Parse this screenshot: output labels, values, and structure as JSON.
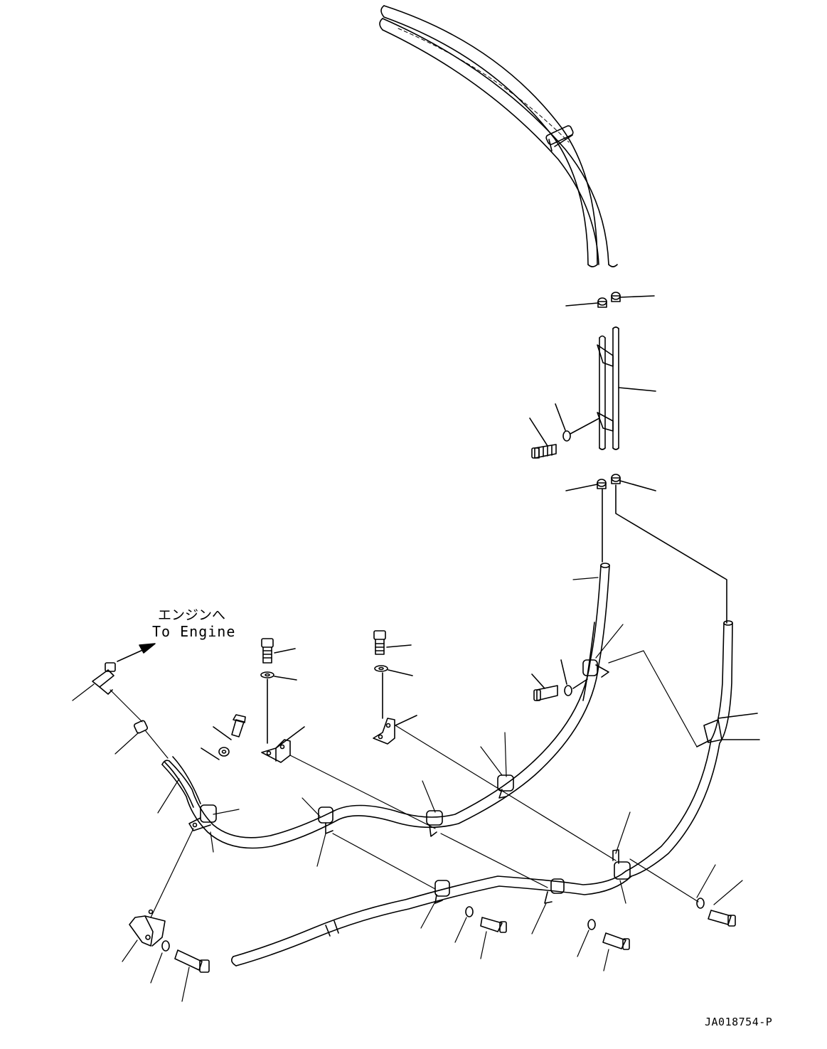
{
  "labels": {
    "direction_jp": "エンジンへ",
    "direction_en": "To Engine",
    "drawing_code": "JA018754-P"
  },
  "colors": {
    "ink": "#000000",
    "paper": "#ffffff"
  }
}
